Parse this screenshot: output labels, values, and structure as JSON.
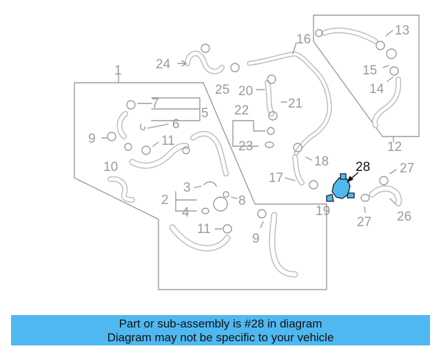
{
  "diagram": {
    "labels": {
      "l1": "1",
      "l2": "2",
      "l3": "3",
      "l4": "4",
      "l5": "5",
      "l6": "6",
      "l7": "7",
      "l8": "8",
      "l9a": "9",
      "l9b": "9",
      "l10": "10",
      "l11a": "11",
      "l11b": "11",
      "l12": "12",
      "l13": "13",
      "l14": "14",
      "l15": "15",
      "l16": "16",
      "l17": "17",
      "l18": "18",
      "l19": "19",
      "l20": "20",
      "l21": "21",
      "l22": "22",
      "l23": "23",
      "l24": "24",
      "l25": "25",
      "l26": "26",
      "l27a": "27",
      "l27b": "27",
      "l28": "28"
    },
    "highlight_part": "28",
    "highlight_color": "#4fb8f0",
    "line_color": "#9a9a9a"
  },
  "banner": {
    "line1": "Part or sub-assembly is #28 in diagram",
    "line2": "Diagram may not be specific to your vehicle",
    "color": "#4fb8f0"
  }
}
